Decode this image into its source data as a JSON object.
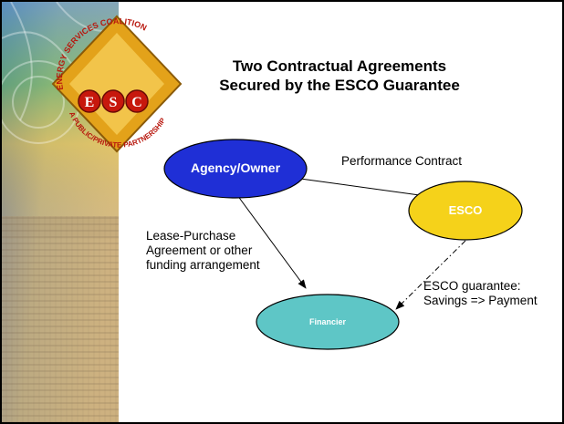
{
  "slide": {
    "title_line1": "Two Contractual Agreements",
    "title_line2": "Secured by the ESCO Guarantee"
  },
  "logo": {
    "arc_top": "ENERGY SERVICES COALITION",
    "arc_bottom": "A PUBLIC/PRIVATE PARTNERSHIP",
    "letters": [
      "E",
      "S",
      "C"
    ]
  },
  "diagram": {
    "nodes": {
      "agency": {
        "label": "Agency/Owner",
        "fill": "#1f2fd6",
        "text_color": "#ffffff"
      },
      "esco": {
        "label": "ESCO",
        "fill": "#f5d21a",
        "text_color": "#ffffff"
      },
      "financier": {
        "label": "Financier",
        "fill": "#5ec6c6",
        "text_color": "#ffffff"
      }
    },
    "edges": {
      "performance": {
        "label": "Performance Contract"
      },
      "lease": {
        "label_lines": [
          "Lease-Purchase",
          "Agreement or other",
          "funding arrangement"
        ]
      },
      "guarantee": {
        "label_lines": [
          "ESCO guarantee:",
          "Savings => Payment"
        ]
      }
    }
  },
  "colors": {
    "node_outline": "#000000",
    "arrow": "#000000"
  }
}
